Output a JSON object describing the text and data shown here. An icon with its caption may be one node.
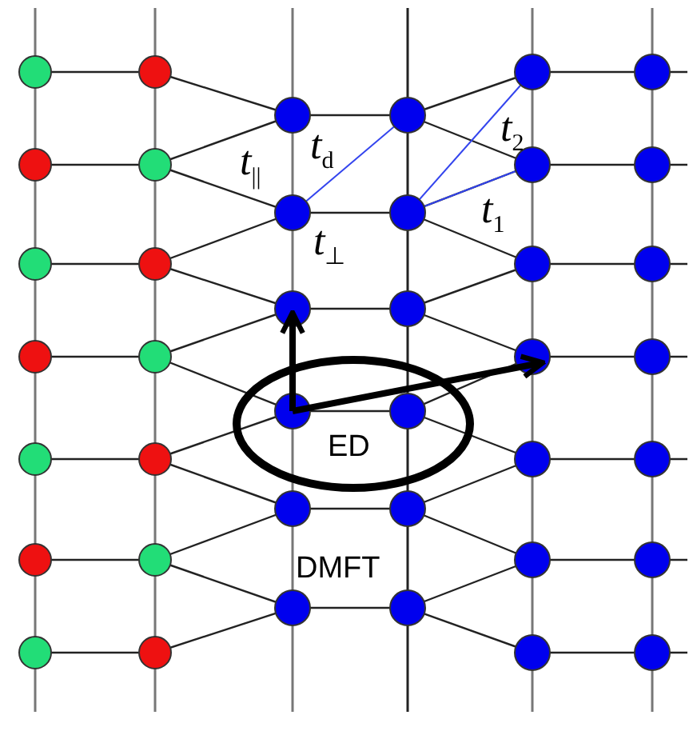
{
  "diagram": {
    "nodes": [
      {
        "text": [
          "ED"
        ]
      }
    ],
    "labels": [
      "*t*$_{2}$",
      "*t*$_{d}$",
      "*t*$_{||}$",
      "*t*$_{1}$",
      "*t*$_{⊥}$",
      "DMFT"
    ]
  }
}
